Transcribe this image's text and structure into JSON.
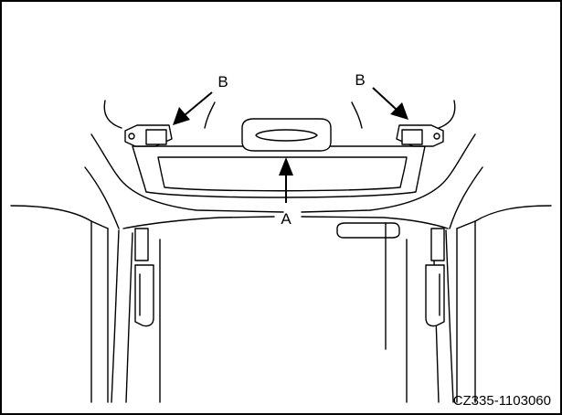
{
  "figure": {
    "labels": {
      "a": "A",
      "b_left": "B",
      "b_right": "B"
    },
    "code": "CZ335-1103060"
  }
}
